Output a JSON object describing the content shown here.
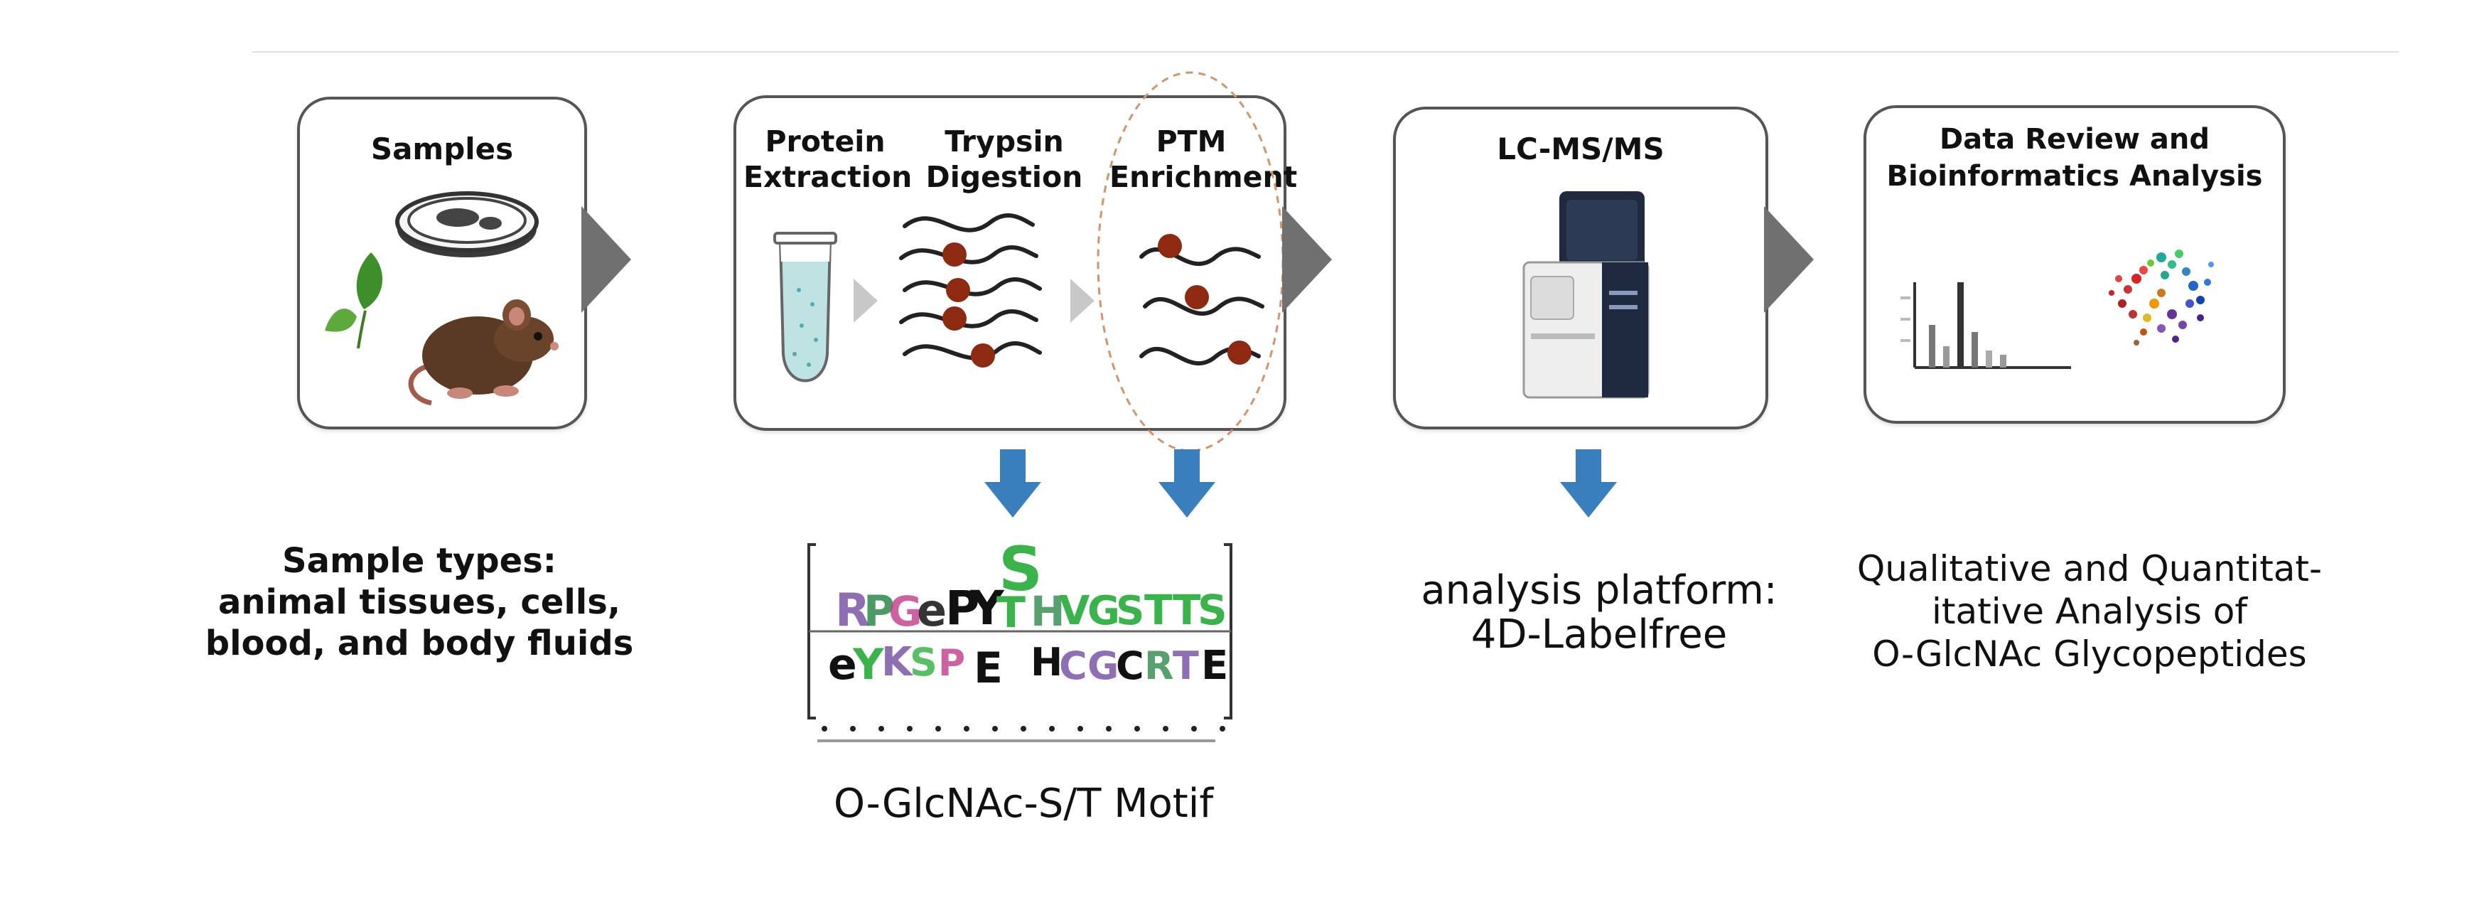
{
  "colors": {
    "box_border": "#555555",
    "flow_arrow": "#707070",
    "down_arrow": "#3a7fbd",
    "bead": "#8e2a12",
    "oval_dash": "#d4946a"
  },
  "steps": [
    {
      "title": "Samples",
      "icons": [
        "petri-dish-icon",
        "leaf-icon",
        "mouse-icon"
      ]
    },
    {
      "substeps": [
        {
          "label": "Protein\nExtraction",
          "icon": "tube-icon"
        },
        {
          "label": "Trypsin\nDigestion",
          "icon": "peptides-icon"
        },
        {
          "label": "PTM\nEnrichment",
          "icon": "enriched-peptides-icon"
        }
      ]
    },
    {
      "title": "LC-MS/MS",
      "icons": [
        "mass-spectrometer-icon"
      ]
    },
    {
      "title": "Data Review and\nBioinformatics Analysis",
      "icons": [
        "bar-chart-icon",
        "cluster-plot-icon"
      ]
    }
  ],
  "captions": {
    "samples": "Sample types:\nanimal tissues, cells,\nblood, and body fluids",
    "motif": "O-GlcNAc-S/T Motif",
    "platform": "analysis platform:\n4D-Labelfree",
    "analysis": "Qualitative and Quantitat-\nitative Analysis of\nO-GlcNAc Glycopeptides"
  }
}
